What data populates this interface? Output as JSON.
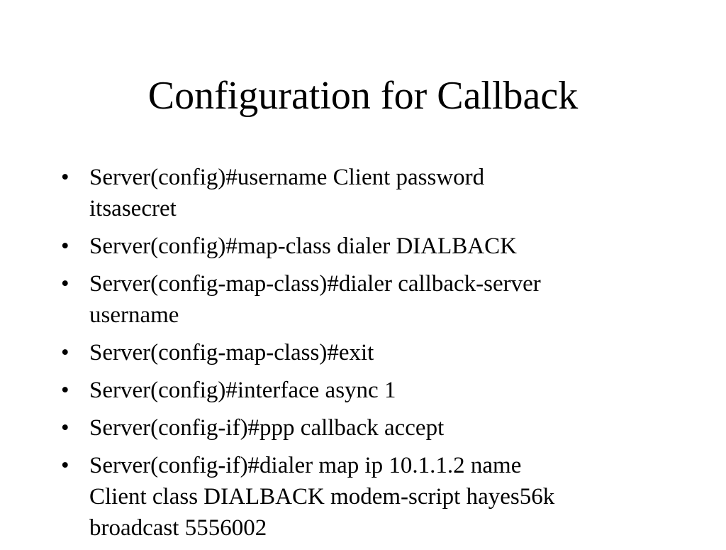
{
  "slide": {
    "title": "Configuration for Callback",
    "bullet_glyph": "•",
    "bullets": [
      "Server(config)#username Client password\nitsasecret",
      "Server(config)#map-class dialer DIALBACK",
      "Server(config-map-class)#dialer callback-server\nusername",
      "Server(config-map-class)#exit",
      "Server(config)#interface async 1",
      "Server(config-if)#ppp callback accept",
      "Server(config-if)#dialer map  ip 10.1.1.2 name\nClient class DIALBACK modem-script hayes56k\nbroadcast 5556002"
    ]
  }
}
